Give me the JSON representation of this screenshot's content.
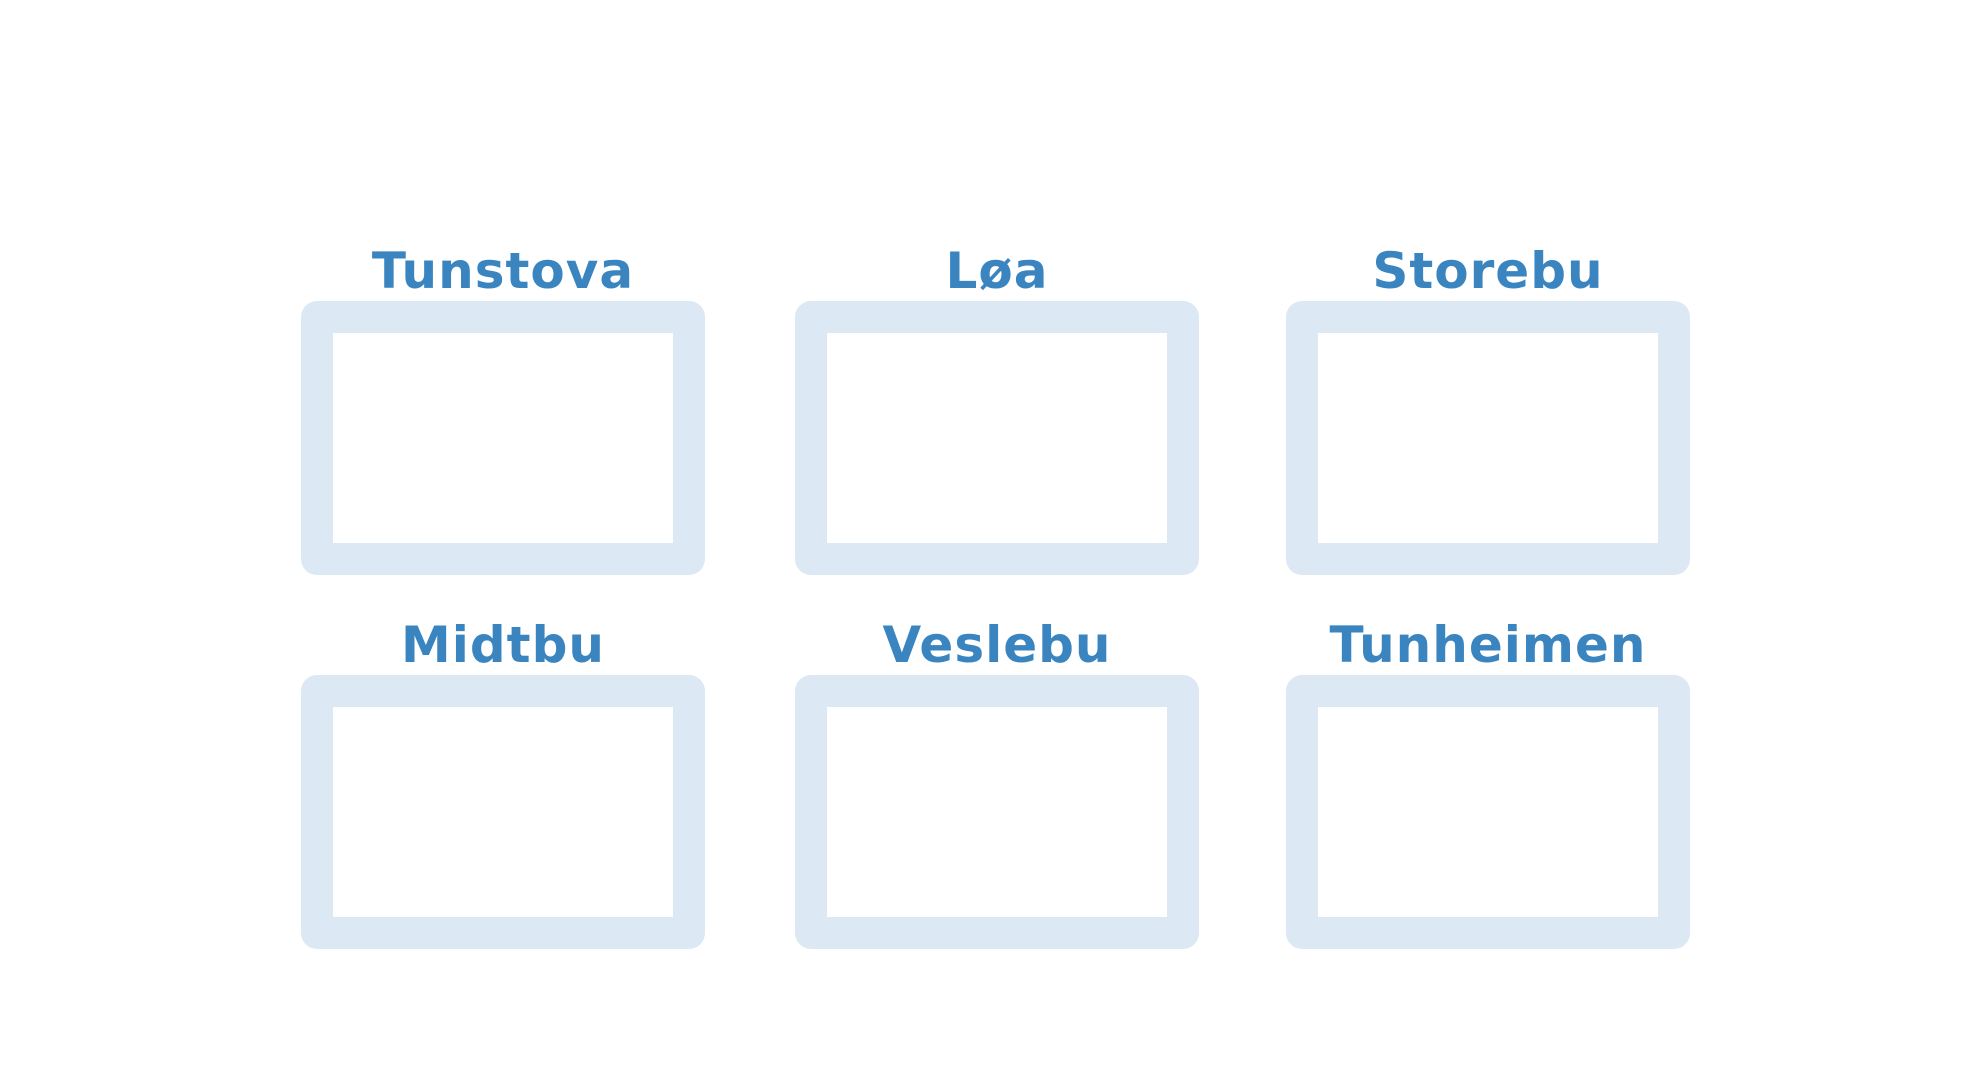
{
  "colors": {
    "title": "#3a85c0",
    "frame_border": "#dce9f5",
    "background": "#ffffff"
  },
  "rooms": [
    {
      "name": "Tunstova"
    },
    {
      "name": "Løa"
    },
    {
      "name": "Storebu"
    },
    {
      "name": "Midtbu"
    },
    {
      "name": "Veslebu"
    },
    {
      "name": "Tunheimen"
    }
  ]
}
